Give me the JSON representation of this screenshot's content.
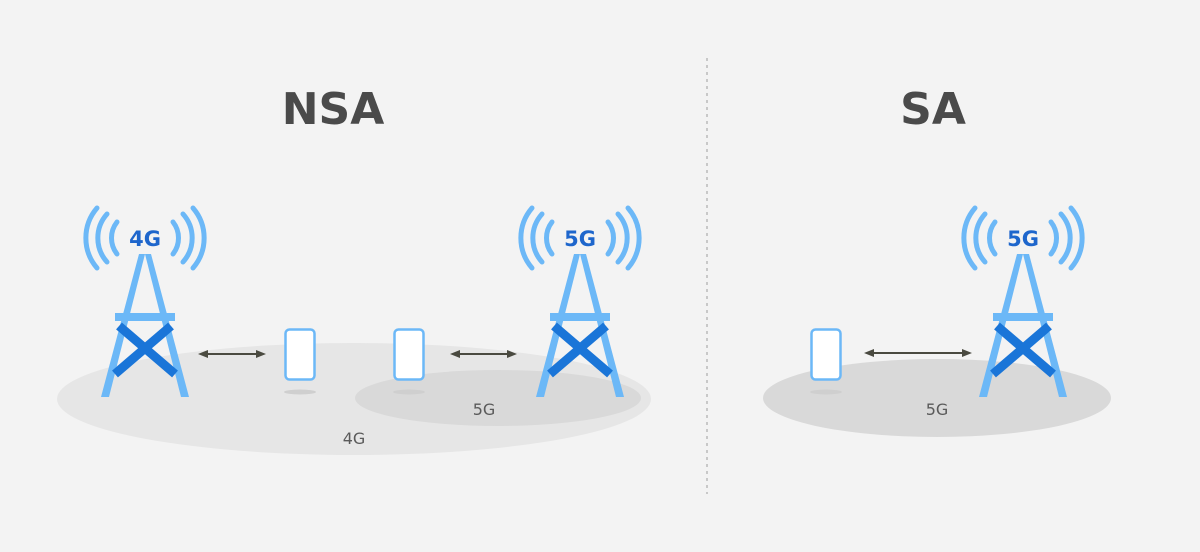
{
  "panels": {
    "nsa": {
      "title": "NSA",
      "tower_4g_label": "4G",
      "tower_5g_label": "5G",
      "coverage_5g_label": "5G",
      "coverage_4g_label": "4G"
    },
    "sa": {
      "title": "SA",
      "tower_5g_label": "5G",
      "coverage_5g_label": "5G"
    }
  },
  "colors": {
    "background": "#f3f3f3",
    "tower_light": "#6cb8f7",
    "tower_dark": "#1a75d8",
    "label_text": "#1e66cc",
    "coverage_4g": "#e6e6e6",
    "coverage_5g": "#d9d9d9",
    "arrow": "#4a4a40",
    "divider": "#c8c8c8"
  }
}
